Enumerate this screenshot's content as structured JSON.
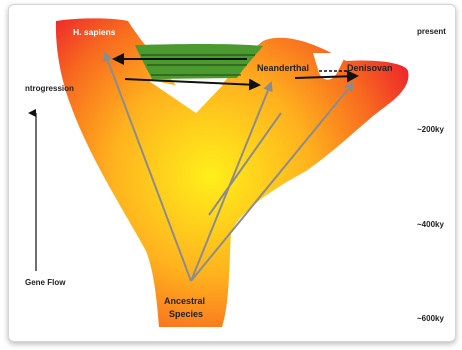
{
  "colors": {
    "core": "#ffef1a",
    "mid": "#ffb21e",
    "edge": "#ee2b2b",
    "green_band": "#4a9a30",
    "gray_arrow": "#8c8c8c",
    "black_arrow": "#111111"
  },
  "populations": {
    "h_sapiens": "H. sapiens",
    "neanderthal": "Neanderthal",
    "denisovan": "Denisovan",
    "ancestral_line1": "Ancestral",
    "ancestral_line2": "Species"
  },
  "left_labels": {
    "introgression": "ntrogression",
    "gene_flow": "Gene Flow"
  },
  "time_axis": {
    "present": "present",
    "t200": "~200ky",
    "t400": "~400ky",
    "t600": "~600ky"
  }
}
